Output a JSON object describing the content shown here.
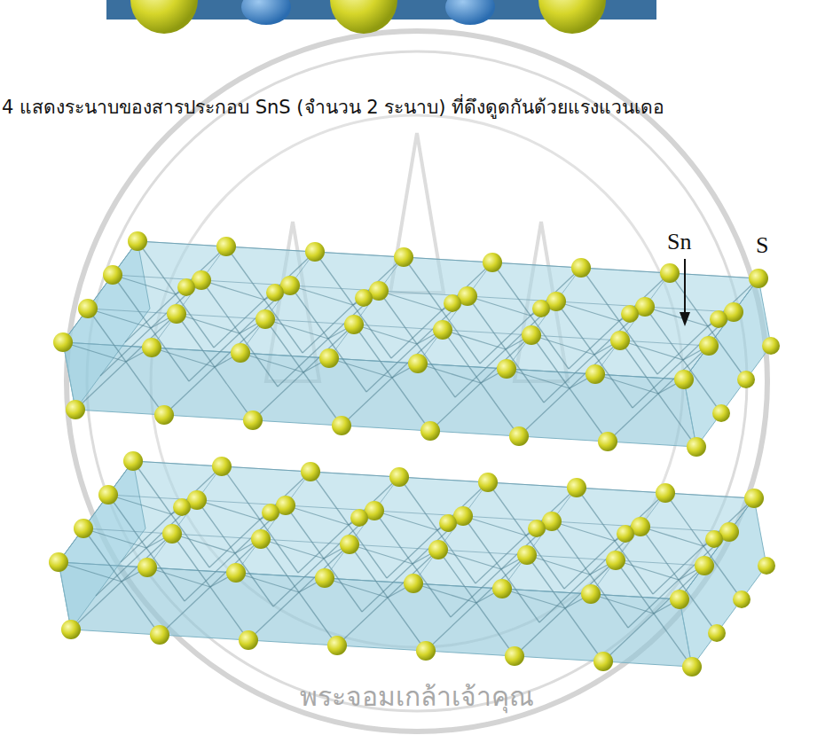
{
  "diagram": {
    "caption": "4  แสดงระนาบของสารประกอบ SnS (จำนวน 2 ระนาบ) ที่ดึงดูดกันด้วยแรงแวนเดอ",
    "labels": [
      "Sn",
      "S",
      "พระจอมเกล้าเจ้าคุณ"
    ]
  }
}
